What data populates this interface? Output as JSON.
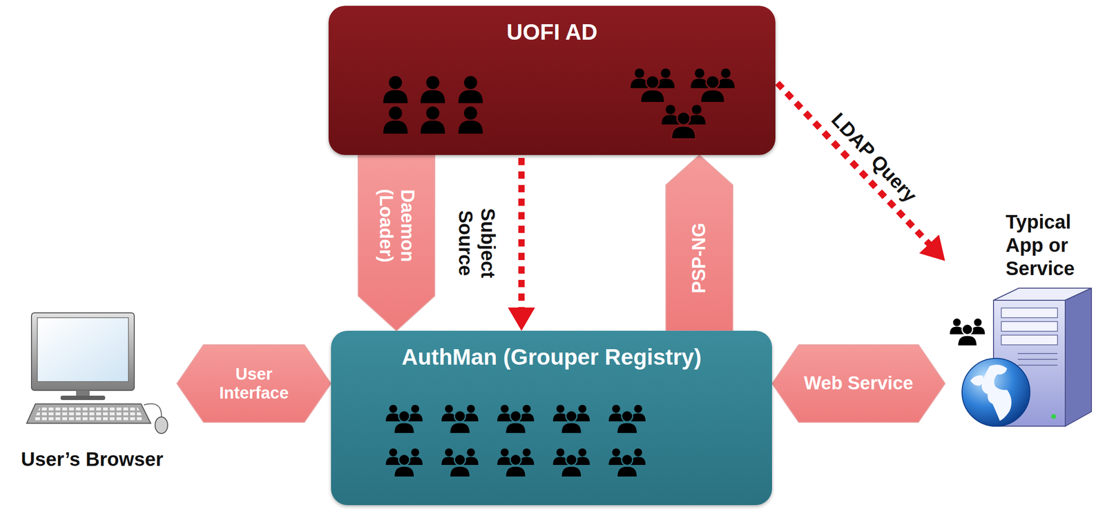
{
  "diagram": {
    "nodes": [
      {
        "text": [
          "UOFI AD"
        ]
      },
      {
        "text": [
          "AuthMan (Grouper Registry)"
        ]
      },
      {
        "text": [
          "User’s Browser"
        ]
      },
      {
        "text": [
          "Typical App or Service"
        ]
      }
    ],
    "edges": [
      {
        "from": 0,
        "to": 1,
        "label": "Daemon (Loader)",
        "arrow": "to"
      },
      {
        "from": 0,
        "to": 1,
        "label": "Subject Source",
        "arrow": "to"
      },
      {
        "from": 1,
        "to": 0,
        "label": "PSP-NG",
        "arrow": "to"
      },
      {
        "from": 0,
        "to": 3,
        "label": "LDAP Query",
        "arrow": "to"
      },
      {
        "from": 2,
        "to": 1,
        "label": "User Interface",
        "arrow": "both"
      },
      {
        "from": 1,
        "to": 3,
        "label": "Web Service",
        "arrow": "both"
      }
    ]
  }
}
